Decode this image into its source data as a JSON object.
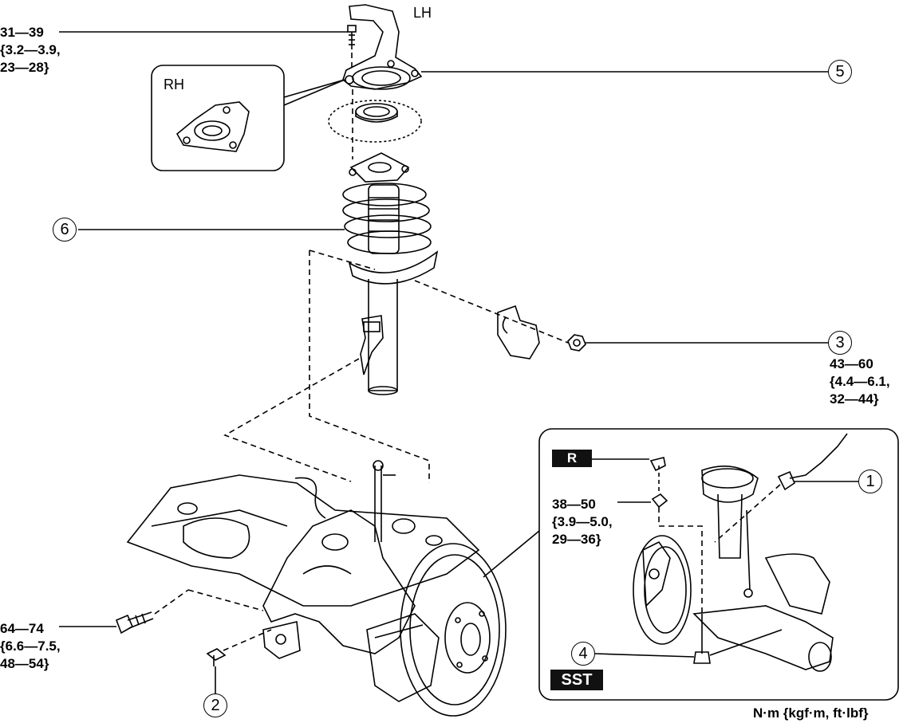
{
  "labels": {
    "lh": "LH",
    "rh": "RH",
    "units": "N·m {kgf·m, ft·lbf}"
  },
  "torques": {
    "top_bolt": "31—39\n{3.2—3.9,\n23—28}",
    "nut_3": "43—60\n{4.4—6.1,\n32—44}",
    "nut_r": "38—50\n{3.9—5.0,\n29—36}",
    "lower_bolt": "64—74\n{6.6—7.5,\n48—54}"
  },
  "callouts": {
    "c1": "1",
    "c2": "2",
    "c3": "3",
    "c4": "4",
    "c5": "5",
    "c6": "6"
  },
  "tags": {
    "replace": "R",
    "sst": "SST"
  },
  "icons": {
    "strut": "strut-assembly-icon",
    "bracket": "mount-bracket-icon",
    "knuckle": "knuckle-assembly-icon"
  }
}
